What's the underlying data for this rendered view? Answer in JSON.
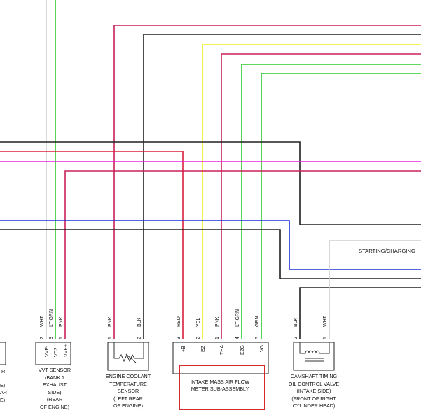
{
  "colors": {
    "red": "#d8203c",
    "black": "#202020",
    "yellow": "#f2ec1c",
    "green": "#2ccc2c",
    "magenta": "#e820e0",
    "blue": "#1c30d8",
    "white": "#cfcfcf",
    "pink": "#c8205a",
    "highlight": "#d42a2a"
  },
  "components": {
    "vvt_sensor": {
      "wire_colors": [
        "WHT",
        "LT GRN",
        "PNK"
      ],
      "pin_numbers": [
        "2",
        "3",
        "1"
      ],
      "pin_names": [
        "VVE-",
        "VC2",
        "VVE+"
      ],
      "caption": [
        "VVT SENSOR",
        "(BANK 1",
        "EXHAUST",
        "SIDE)",
        "(REAR",
        "OF ENGINE)"
      ]
    },
    "ect_sensor": {
      "wire_colors": [
        "PNK",
        "BLK"
      ],
      "pin_numbers": [
        "1",
        "2"
      ],
      "caption": [
        "ENGINE COOLANT",
        "TEMPERATURE",
        "SENSOR",
        "(LEFT REAR",
        "OF ENGINE)"
      ]
    },
    "maf_meter": {
      "wire_colors": [
        "RED",
        "YEL",
        "PNK",
        "LT GRN",
        "GRN"
      ],
      "pin_numbers": [
        "3",
        "2",
        "1",
        "4",
        "5"
      ],
      "pin_names": [
        "+B",
        "E2",
        "THA",
        "E2G",
        "VG"
      ],
      "caption": [
        "INTAKE MASS AIR FLOW",
        "METER SUB-ASSEMBLY"
      ]
    },
    "ocv": {
      "wire_colors": [
        "BLK",
        "WHT"
      ],
      "pin_numbers": [
        "2",
        "1"
      ],
      "caption": [
        "CAMSHAFT TIMING",
        "OIL CONTROL VALVE",
        "(INTAKE SIDE)",
        "(FRONT OF RIGHT",
        "CYLINDER HEAD)"
      ]
    },
    "left_partial": {
      "caption": [
        "R",
        "E)",
        "AR",
        "E)"
      ]
    }
  },
  "labels": {
    "starting_charging": "STARTING/CHARGING"
  }
}
